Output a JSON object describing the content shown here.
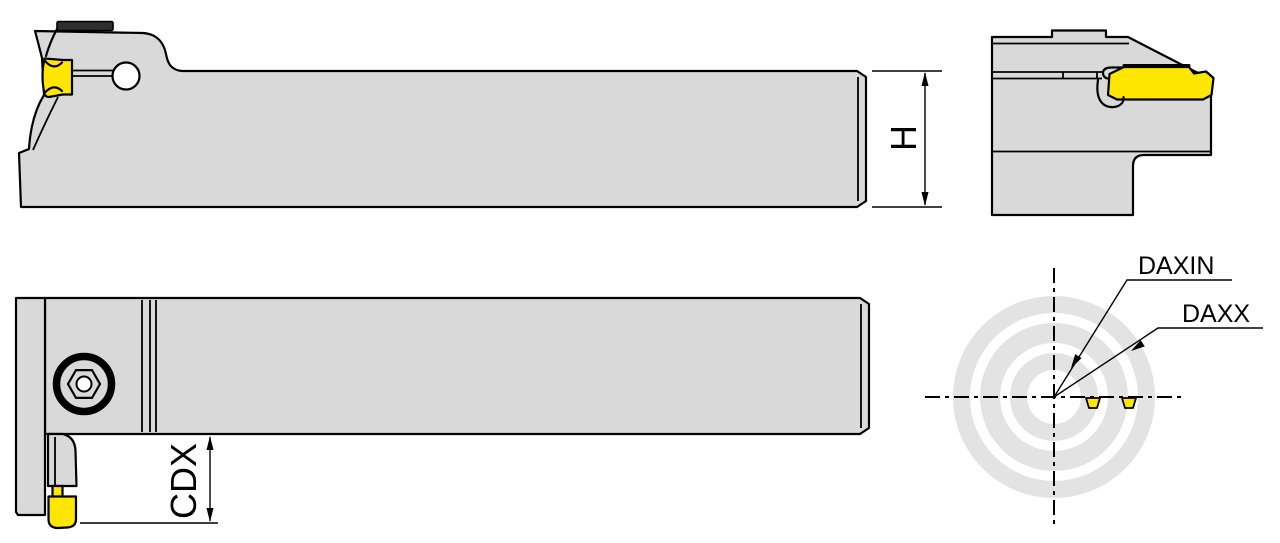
{
  "labels": {
    "height_dim": "H",
    "cut_depth_dim": "CDX",
    "inner_diameter": "DAXIN",
    "outer_diameter": "DAXX"
  },
  "colors": {
    "body_gray": "#D9D9D9",
    "ring_gray": "#E3E3E3",
    "insert_yellow": "#FFE600",
    "outline_black": "#000000",
    "bar_dark": "#2E2E2E",
    "background": "#FFFFFF"
  }
}
